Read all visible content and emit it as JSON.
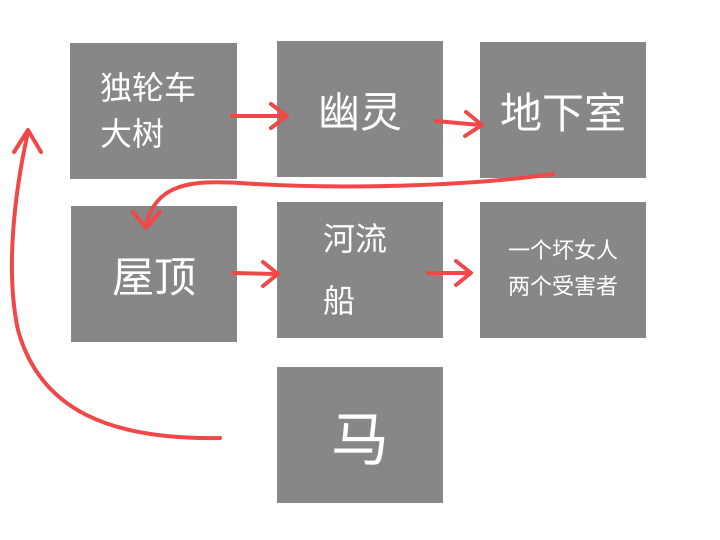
{
  "nodes": [
    {
      "id": "b1",
      "lines": [
        "独轮车",
        "大树"
      ]
    },
    {
      "id": "b2",
      "lines": [
        "幽灵"
      ]
    },
    {
      "id": "b3",
      "lines": [
        "地下室"
      ]
    },
    {
      "id": "b4",
      "lines": [
        "屋顶"
      ]
    },
    {
      "id": "b5",
      "lines": [
        "河流",
        "船"
      ]
    },
    {
      "id": "b6",
      "lines": [
        "一个坏女人",
        "两个受害者"
      ]
    },
    {
      "id": "b7",
      "lines": [
        "马"
      ]
    }
  ],
  "style": {
    "box_color": "#878787",
    "text_color": "#ffffff",
    "arrow_color": "#f04848"
  }
}
